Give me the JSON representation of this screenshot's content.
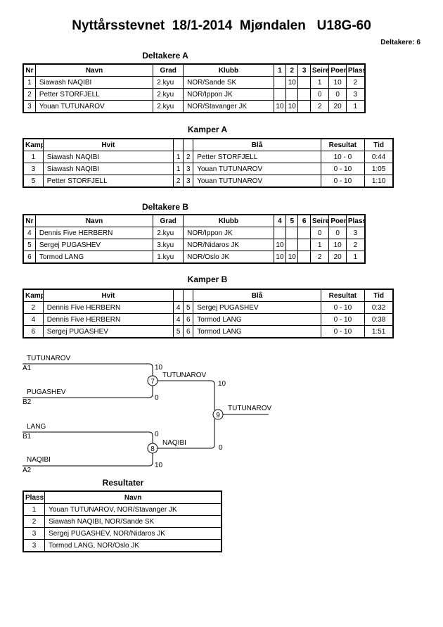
{
  "header": {
    "title": "Nyttårsstevnet  18/1-2014  Mjøndalen   U18G-60",
    "participants_count": "Deltakere: 6"
  },
  "participants_a": {
    "title": "Deltakere A",
    "headers": [
      "Nr",
      "Navn",
      "Grad",
      "Klubb",
      "1",
      "2",
      "3",
      "Seire",
      "Poeng",
      "Plass"
    ],
    "rows": [
      [
        "1",
        "Siawash NAQIBI",
        "2.kyu",
        "NOR/Sande SK",
        "",
        "10",
        "",
        "1",
        "10",
        "2"
      ],
      [
        "2",
        "Petter STORFJELL",
        "2.kyu",
        "NOR/Ippon JK",
        "",
        "",
        "",
        "0",
        "0",
        "3"
      ],
      [
        "3",
        "Youan TUTUNAROV",
        "2.kyu",
        "NOR/Stavanger JK",
        "10",
        "10",
        "",
        "2",
        "20",
        "1"
      ]
    ]
  },
  "matches_a": {
    "title": "Kamper A",
    "headers": [
      "Kamp",
      "Hvit",
      "",
      "",
      "Blå",
      "Resultat",
      "Tid"
    ],
    "rows": [
      [
        "1",
        "Siawash NAQIBI",
        "1",
        "2",
        "Petter STORFJELL",
        "10 - 0",
        "0:44"
      ],
      [
        "3",
        "Siawash NAQIBI",
        "1",
        "3",
        "Youan TUTUNAROV",
        "0 - 10",
        "1:05"
      ],
      [
        "5",
        "Petter STORFJELL",
        "2",
        "3",
        "Youan TUTUNAROV",
        "0 - 10",
        "1:10"
      ]
    ]
  },
  "participants_b": {
    "title": "Deltakere B",
    "headers": [
      "Nr",
      "Navn",
      "Grad",
      "Klubb",
      "4",
      "5",
      "6",
      "Seire",
      "Poeng",
      "Plass"
    ],
    "rows": [
      [
        "4",
        "Dennis Five HERBERN",
        "2.kyu",
        "NOR/Ippon JK",
        "",
        "",
        "",
        "0",
        "0",
        "3"
      ],
      [
        "5",
        "Sergej PUGASHEV",
        "3.kyu",
        "NOR/Nidaros JK",
        "10",
        "",
        "",
        "1",
        "10",
        "2"
      ],
      [
        "6",
        "Tormod LANG",
        "1.kyu",
        "NOR/Oslo JK",
        "10",
        "10",
        "",
        "2",
        "20",
        "1"
      ]
    ]
  },
  "matches_b": {
    "title": "Kamper B",
    "headers": [
      "Kamp",
      "Hvit",
      "",
      "",
      "Blå",
      "Resultat",
      "Tid"
    ],
    "rows": [
      [
        "2",
        "Dennis Five HERBERN",
        "4",
        "5",
        "Sergej PUGASHEV",
        "0 - 10",
        "0:32"
      ],
      [
        "4",
        "Dennis Five HERBERN",
        "4",
        "6",
        "Tormod LANG",
        "0 - 10",
        "0:38"
      ],
      [
        "6",
        "Sergej PUGASHEV",
        "5",
        "6",
        "Tormod LANG",
        "0 - 10",
        "1:51"
      ]
    ]
  },
  "bracket": {
    "semi1": {
      "top_name": "TUTUNAROV",
      "top_seed": "A1",
      "top_score": "10",
      "bottom_name": "PUGASHEV",
      "bottom_seed": "B2",
      "bottom_score": "0",
      "match_no": "7",
      "winner": "TUTUNAROV",
      "winner_score": "10"
    },
    "semi2": {
      "top_name": "LANG",
      "top_seed": "B1",
      "top_score": "0",
      "bottom_name": "NAQIBI",
      "bottom_seed": "A2",
      "bottom_score": "10",
      "match_no": "8",
      "winner": "NAQIBI",
      "winner_score": "0"
    },
    "final": {
      "match_no": "9",
      "winner": "TUTUNAROV"
    }
  },
  "results": {
    "title": "Resultater",
    "headers": [
      "Plass",
      "Navn"
    ],
    "rows": [
      [
        "1",
        "Youan TUTUNAROV, NOR/Stavanger JK"
      ],
      [
        "2",
        "Siawash NAQIBI, NOR/Sande SK"
      ],
      [
        "3",
        "Sergej PUGASHEV, NOR/Nidaros JK"
      ],
      [
        "3",
        "Tormod LANG, NOR/Oslo JK"
      ]
    ]
  }
}
